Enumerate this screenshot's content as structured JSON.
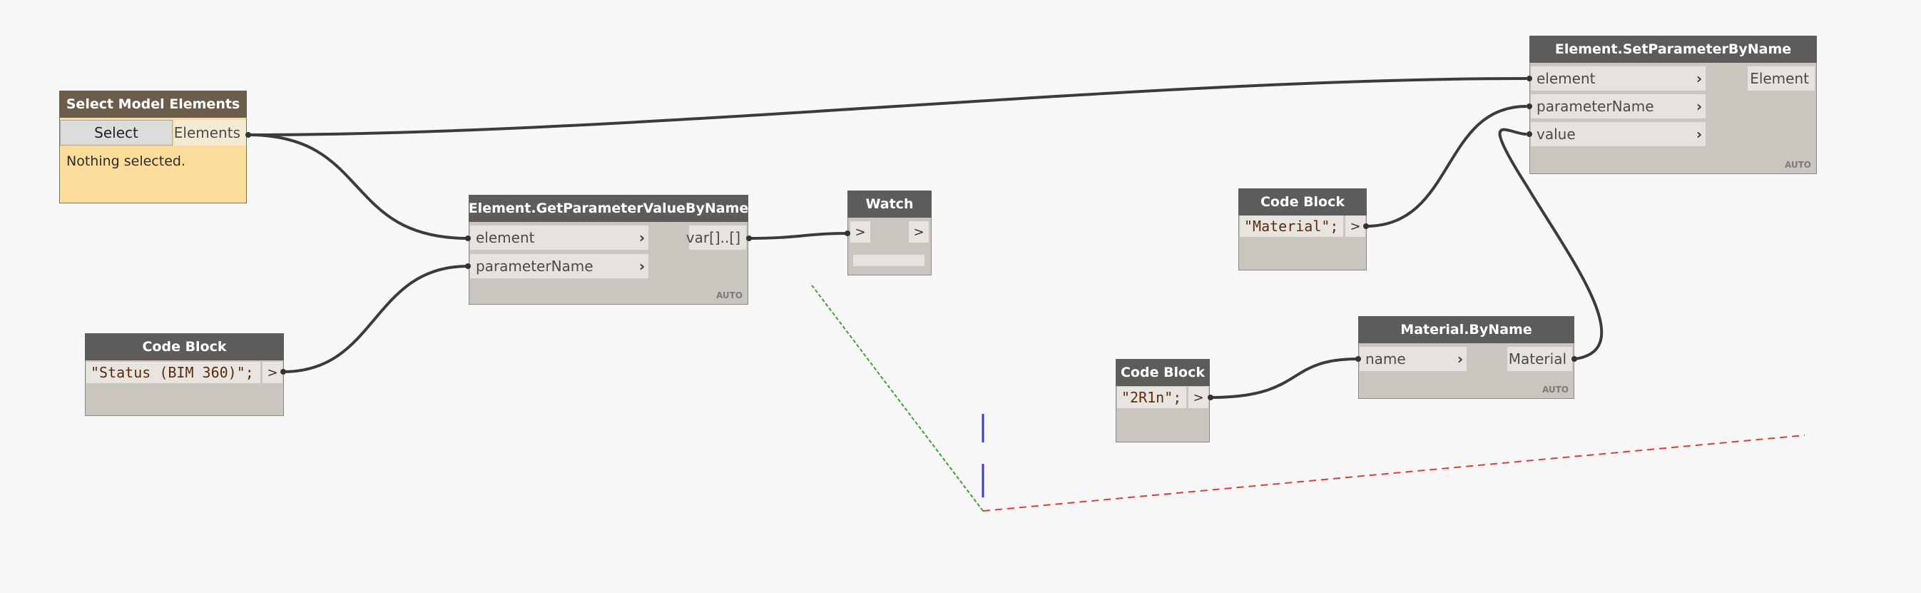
{
  "colors": {
    "canvas": "#f7f7f7",
    "node_header": "#5e5c5a",
    "select_header": "#6b5d49",
    "select_body": "#fcdc9b",
    "wire": "#3b3b3b",
    "axis_x": "#e03a3a",
    "axis_y": "#3ea033",
    "axis_z": "#3a3ae0"
  },
  "select_model_elements": {
    "title": "Select Model Elements",
    "button": "Select",
    "output": "Elements",
    "status": "Nothing selected."
  },
  "code_block_status": {
    "title": "Code Block",
    "code": "\"Status (BIM 360)\";",
    "output": ">"
  },
  "get_param": {
    "title": "Element.GetParameterValueByName",
    "inputs": [
      "element",
      "parameterName"
    ],
    "output": "var[]..[]",
    "lacing": "AUTO"
  },
  "watch": {
    "title": "Watch",
    "input": ">",
    "output": ">"
  },
  "code_block_material": {
    "title": "Code Block",
    "code": "\"Material\";",
    "output": ">"
  },
  "set_param": {
    "title": "Element.SetParameterByName",
    "inputs": [
      "element",
      "parameterName",
      "value"
    ],
    "output": "Element",
    "lacing": "AUTO"
  },
  "material_by_name": {
    "title": "Material.ByName",
    "inputs": [
      "name"
    ],
    "output": "Material",
    "lacing": "AUTO"
  },
  "code_block_2r1n": {
    "title": "Code Block",
    "code": "\"2R1n\";",
    "output": ">"
  }
}
